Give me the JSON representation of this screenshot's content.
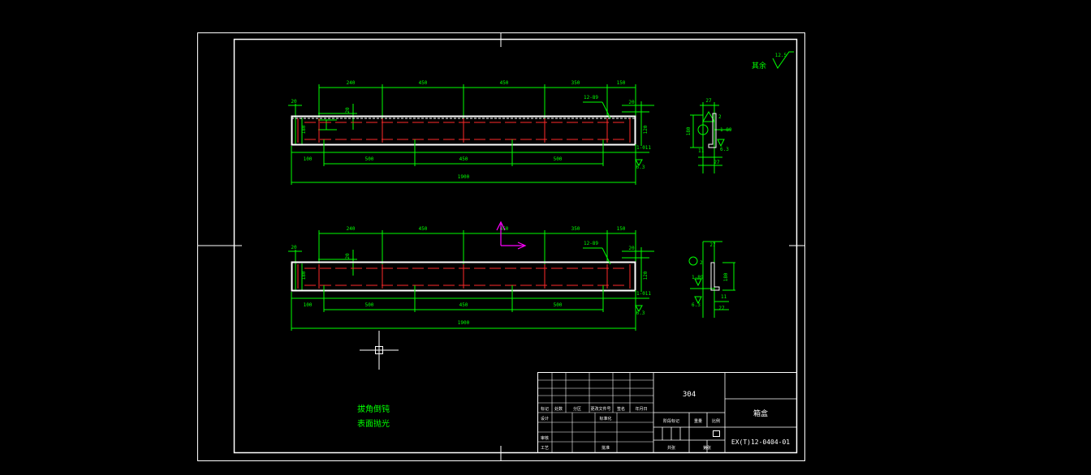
{
  "dims_top": [
    "240",
    "450",
    "450",
    "350",
    "150"
  ],
  "dims_bottom": [
    "100",
    "500",
    "450",
    "500"
  ],
  "overall_length": "1900",
  "dim_left_top": "20",
  "dim_left_small": "20",
  "dim_height": "180",
  "dim_right_top": "20",
  "dim_right_height": "120",
  "weld_callout_1": "12-89",
  "weld_callout_2": "1-011",
  "roughness_small": "6.3",
  "section_dims": [
    "27",
    "2",
    "180",
    "1-89",
    "11",
    "6.3",
    "27"
  ],
  "roughness_note": {
    "value": "12.5",
    "label": "其余"
  },
  "notes": [
    "拔角倒钝",
    "表面抛光"
  ],
  "title_block": {
    "material": "304",
    "part_name": "箱盒",
    "drawing_no": "EX(T)12-0404-01",
    "hdr_row": [
      "标记",
      "处数",
      "分区",
      "更改文件号",
      "签名",
      "年月日"
    ],
    "left_labels": [
      "设计",
      "审核",
      "工艺"
    ],
    "stage_labels": [
      "阶段标记",
      "重量",
      "比例"
    ],
    "sheet_labels": [
      "共张",
      "第张"
    ],
    "std_label": "标准化",
    "approve_label": "批准"
  }
}
